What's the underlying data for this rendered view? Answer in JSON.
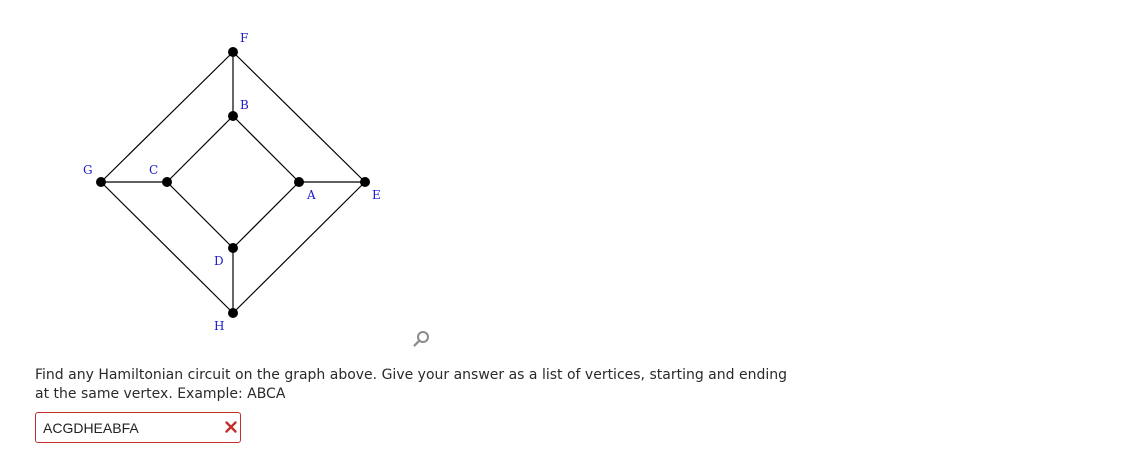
{
  "graph": {
    "vertices": [
      "F",
      "B",
      "G",
      "C",
      "A",
      "E",
      "D",
      "H"
    ],
    "edges": [
      [
        "F",
        "B"
      ],
      [
        "F",
        "G"
      ],
      [
        "F",
        "E"
      ],
      [
        "B",
        "C"
      ],
      [
        "B",
        "A"
      ],
      [
        "G",
        "C"
      ],
      [
        "G",
        "H"
      ],
      [
        "A",
        "E"
      ],
      [
        "A",
        "D"
      ],
      [
        "E",
        "H"
      ],
      [
        "C",
        "D"
      ],
      [
        "D",
        "H"
      ]
    ],
    "label_color": "#1a1acc",
    "vertex_color": "#000000"
  },
  "question": {
    "line1": "Find any Hamiltonian circuit on the graph above. Give your answer as a list of vertices, starting and ending",
    "line2": "at the same vertex. Example: ABCA"
  },
  "answer": {
    "value": "ACGDHEABFA",
    "status": "incorrect",
    "status_icon": "x-icon",
    "status_color": "#c22f2f"
  },
  "zoom_icon": "magnifier-icon"
}
